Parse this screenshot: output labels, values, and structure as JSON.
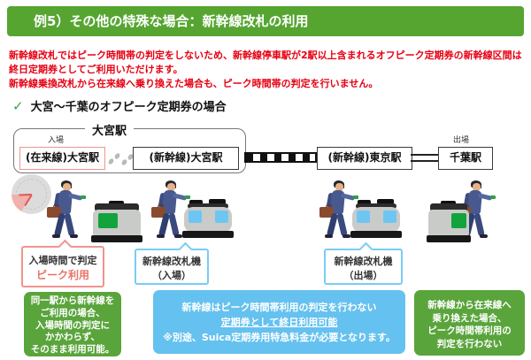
{
  "header": {
    "label": "例5）その他の特殊な場合：新幹線改札の利用",
    "bg_color": "#56a531"
  },
  "intro": {
    "color": "#e60012",
    "p1": "新幹線改札ではピーク時間帯の判定をしないため、新幹線停車駅が2駅以上含まれるオフピーク定期券の新幹線区間は終日定期券としてご利用いただけます。",
    "p2": "新幹線乗換改札から在来線へ乗り換えた場合も、ピーク時間帯の判定を行いません。"
  },
  "subtitle": {
    "check_icon": "✓",
    "label": "大宮～千葉のオフピーク定期券の場合"
  },
  "diagram": {
    "omiya_group_label": "大宮駅",
    "entry_label": "入場",
    "exit_label": "出場",
    "stations": [
      {
        "label": "(在来線)大宮駅"
      },
      {
        "label": "(新幹線)大宮駅"
      },
      {
        "label": "(新幹線)東京駅"
      },
      {
        "label": "千葉駅"
      }
    ]
  },
  "callouts": [
    {
      "line1": "入場時間で判定",
      "line2": "ピーク利用",
      "border_color": "#f0948e",
      "accent_color": "#e87468"
    },
    {
      "line1": "新幹線改札機",
      "line2": "（入場）",
      "border_color": "#79ccf4"
    },
    {
      "line1": "新幹線改札機",
      "line2": "（出場）",
      "border_color": "#79ccf4"
    }
  ],
  "notes": [
    {
      "bg_color": "#5aa43c",
      "lines": [
        "同一駅から新幹線を",
        "ご利用の場合、",
        "入場時間の判定に",
        "かかわらず、",
        "そのまま利用可能。"
      ]
    },
    {
      "bg_color": "#65c1ef",
      "line1": "新幹線はピーク時間帯利用の判定を行わない",
      "line2": "定期券として終日利用可能",
      "line3": "※別途、Suica定期券用特急料金が必要となります。"
    },
    {
      "bg_color": "#5aa43c",
      "lines": [
        "新幹線から在来線へ",
        "乗り換えた場合、",
        "ピーク時間帯利用の",
        "判定を行わない"
      ]
    }
  ],
  "colors": {
    "header_green": "#56a531",
    "note_green": "#5aa43c",
    "note_blue": "#65c1ef",
    "red_text": "#e60012",
    "pink_border": "#f0948e",
    "blue_border": "#79ccf4",
    "gate_gray": "#c9cbc9",
    "gate_panel_green": "#12a33c",
    "gate_panel_blue": "#6ec5f2"
  }
}
